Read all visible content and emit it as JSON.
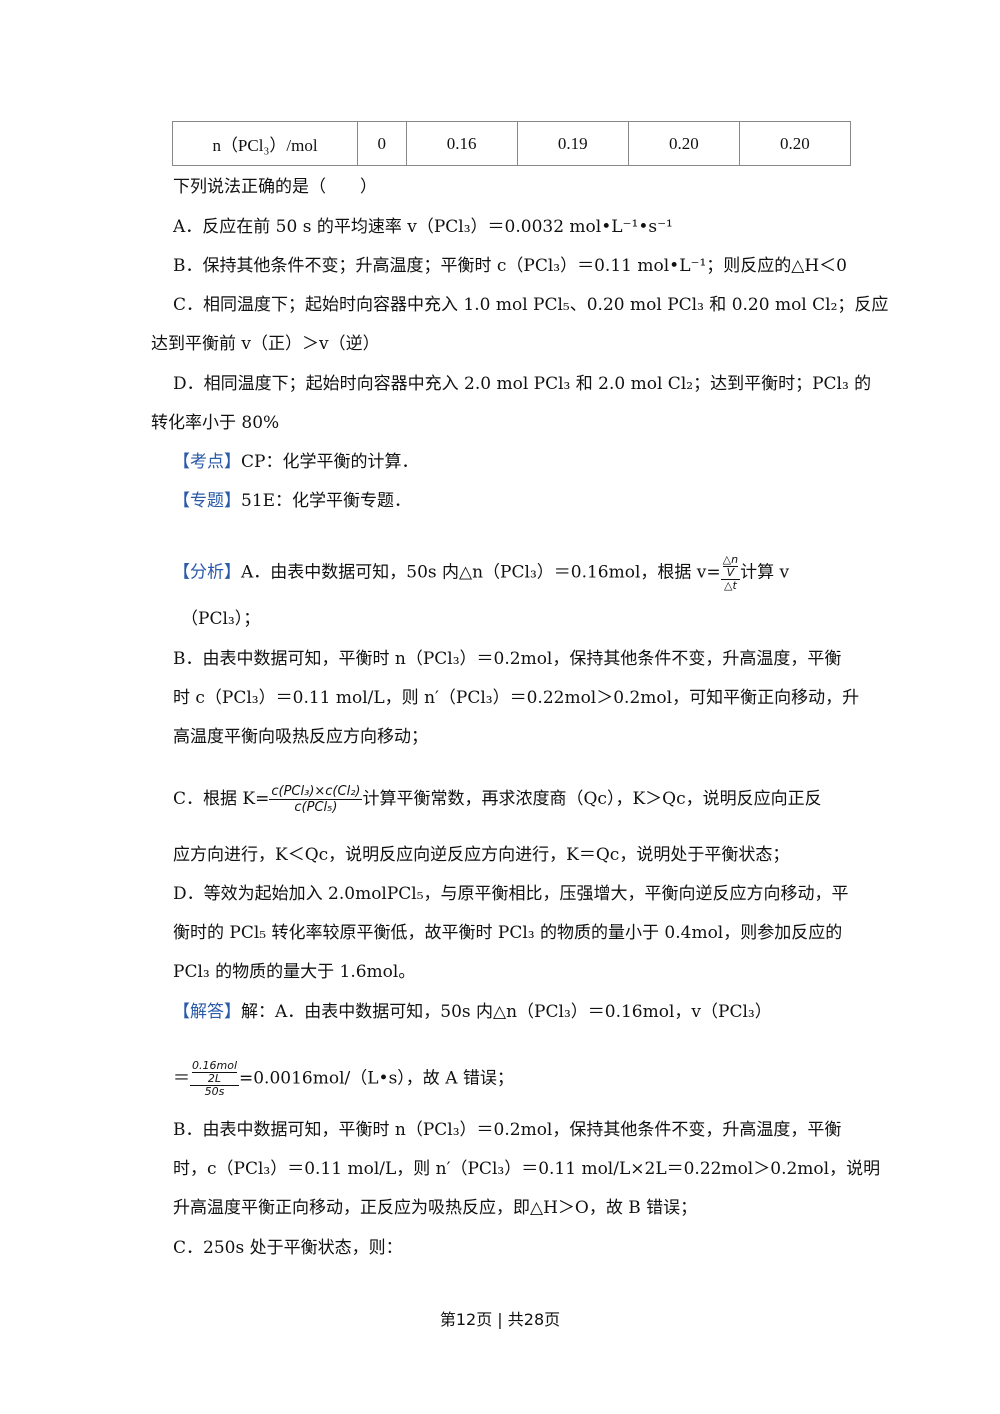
{
  "table": {
    "row_label": "n（PCl₃）/mol",
    "cells": [
      "0",
      "0.16",
      "0.19",
      "0.20",
      "0.20"
    ]
  },
  "question": "下列说法正确的是（　　）",
  "options": {
    "A": "A．反应在前 50 s 的平均速率 v（PCl₃）＝0.0032 mol•L⁻¹•s⁻¹",
    "B": "B．保持其他条件不变；升高温度；平衡时 c（PCl₃）＝0.11 mol•L⁻¹；则反应的△H＜0",
    "C1": "C．相同温度下；起始时向容器中充入 1.0 mol PCl₅、0.20 mol PCl₃ 和 0.20 mol Cl₂；反应",
    "C2": "达到平衡前 v（正）＞v（逆）",
    "D1": "D．相同温度下；起始时向容器中充入 2.0 mol PCl₃ 和 2.0 mol Cl₂；达到平衡时；PCl₃ 的",
    "D2": "转化率小于 80%"
  },
  "kaodian": {
    "tag": "【考点】",
    "text": "CP：化学平衡的计算．"
  },
  "zhuanti": {
    "tag": "【专题】",
    "text": "51E：化学平衡专题．"
  },
  "fenxi": {
    "tag": "【分析】",
    "A1": "A．由表中数据可知，50s 内△n（PCl₃）＝0.16mol，根据 v=",
    "A1_tail": "计算 v",
    "A_frac_num_top": "△n",
    "A_frac_num_bot": "V",
    "A_frac_den": "△t",
    "A2": "（PCl₃）；",
    "B1": "B．由表中数据可知，平衡时 n（PCl₃）＝0.2mol，保持其他条件不变，升高温度，平衡",
    "B2": "时 c（PCl₃）＝0.11 mol/L，则 n′（PCl₃）＝0.22mol＞0.2mol，可知平衡正向移动，升",
    "B3": "高温度平衡向吸热反应方向移动；",
    "C1_pre": "C．根据 K=",
    "C_frac_num": "c(PCl₃)×c(Cl₂)",
    "C_frac_den": "c(PCl₅)",
    "C1_post": "计算平衡常数，再求浓度商（Qc），K＞Qc，说明反应向正反",
    "C2": "应方向进行，K＜Qc，说明反应向逆反应方向进行，K＝Qc，说明处于平衡状态；",
    "D1": "D．等效为起始加入 2.0molPCl₅，与原平衡相比，压强增大，平衡向逆反应方向移动，平",
    "D2": "衡时的 PCl₅ 转化率较原平衡低，故平衡时 PCl₃ 的物质的量小于 0.4mol，则参加反应的",
    "D3": "PCl₃ 的物质的量大于 1.6mol。"
  },
  "jieda": {
    "tag": "【解答】",
    "A1": "解：A．由表中数据可知，50s 内△n（PCl₃）＝0.16mol，v（PCl₃）",
    "A2_pre": "＝",
    "A_frac_num_top": "0.16mol",
    "A_frac_num_bot": "2L",
    "A_frac_den": "50s",
    "A2_post": "=0.0016mol/（L•s），故 A 错误；",
    "B1": "B．由表中数据可知，平衡时 n（PCl₃）＝0.2mol，保持其他条件不变，升高温度，平衡",
    "B2": "时，c（PCl₃）＝0.11 mol/L，则 n′（PCl₃）＝0.11 mol/L×2L＝0.22mol＞0.2mol，说明",
    "B3": "升高温度平衡正向移动，正反应为吸热反应，即△H＞O，故 B 错误；",
    "C1": "C．250s 处于平衡状态，则："
  },
  "footer": "第12页 | 共28页"
}
